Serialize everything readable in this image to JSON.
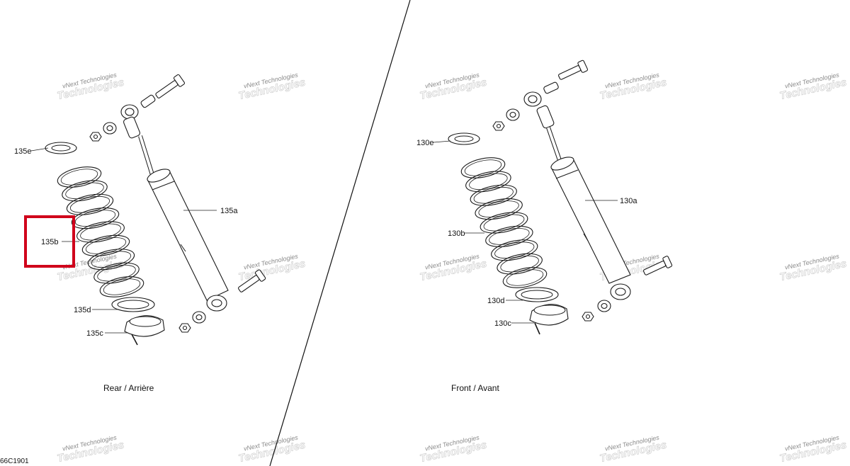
{
  "callouts": {
    "rear": {
      "shock_absorber": "135a",
      "spring": "135b",
      "lower_spring_seat": "135c",
      "spring_spacer": "135d",
      "upper_spring_retainer": "135e"
    },
    "front": {
      "shock_absorber": "130a",
      "spring": "130b",
      "lower_spring_seat": "130c",
      "spring_spacer": "130d",
      "upper_spring_retainer": "130e"
    }
  },
  "captions": {
    "rear": "Rear / Arrière",
    "front": "Front / Avant"
  },
  "drawing_code": "66C1901",
  "watermark": {
    "line1": "vNext Technologies",
    "line2": "Technologies"
  },
  "highlight_color": "#d0021b"
}
